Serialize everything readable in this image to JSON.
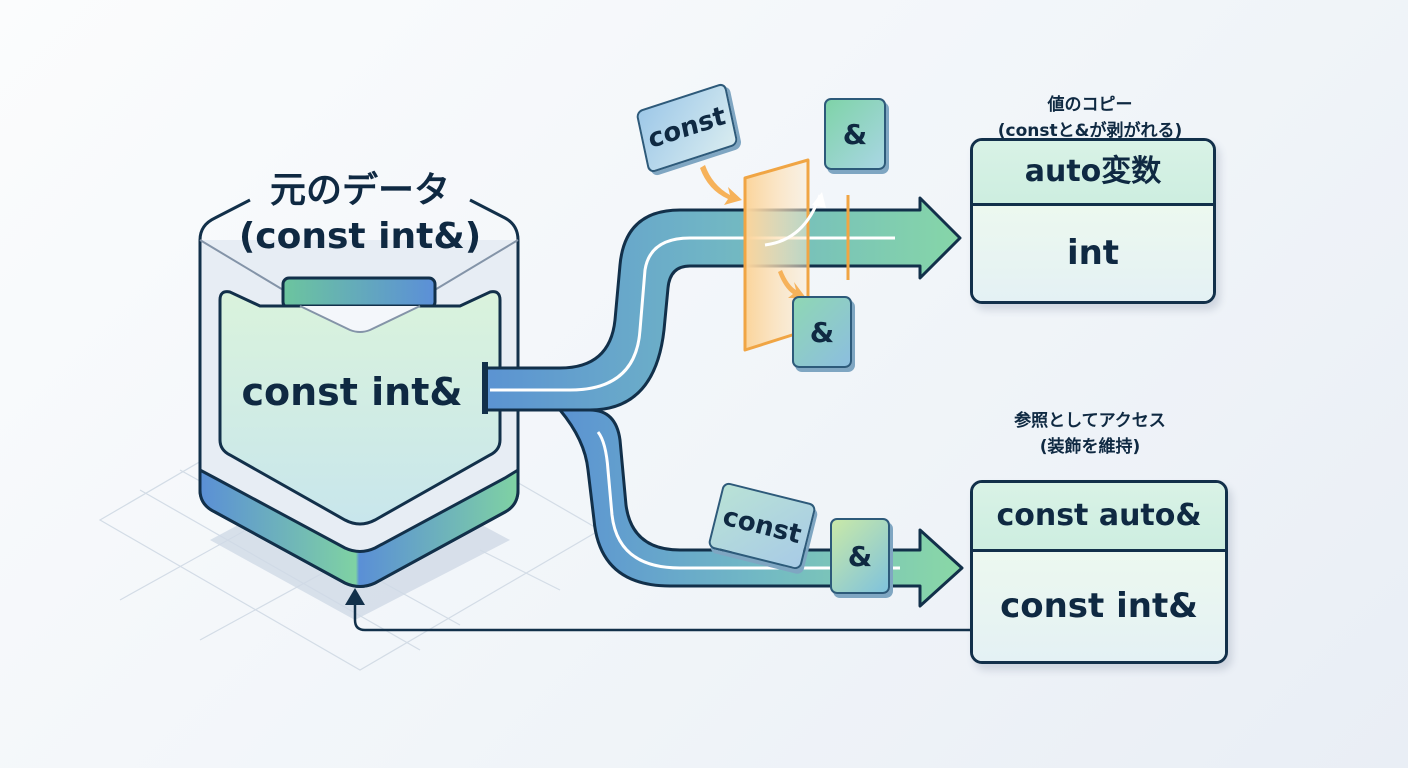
{
  "source": {
    "title_line1": "元のデータ",
    "title_line2": "(const int&)",
    "type_label": "const int&"
  },
  "copy_path": {
    "caption_line1": "値のコピー",
    "caption_line2": "(constと&が剥がれる)",
    "stripped_tokens": [
      "const",
      "&",
      "&"
    ],
    "result": {
      "header": "auto変数",
      "type": "int"
    }
  },
  "reference_path": {
    "caption_line1": "参照としてアクセス",
    "caption_line2": "(装飾を維持)",
    "kept_tokens": [
      "const",
      "&"
    ],
    "result": {
      "header": "const auto&",
      "type": "const int&"
    }
  },
  "colors": {
    "outline": "#12304a",
    "text": "#0f2942",
    "pipe_blue": "#5b9bd5",
    "pipe_teal": "#6fb6c4",
    "arrow_green": "#86d6a8",
    "filter_orange": "#f5b256",
    "box_header": "#d4f0e3"
  }
}
